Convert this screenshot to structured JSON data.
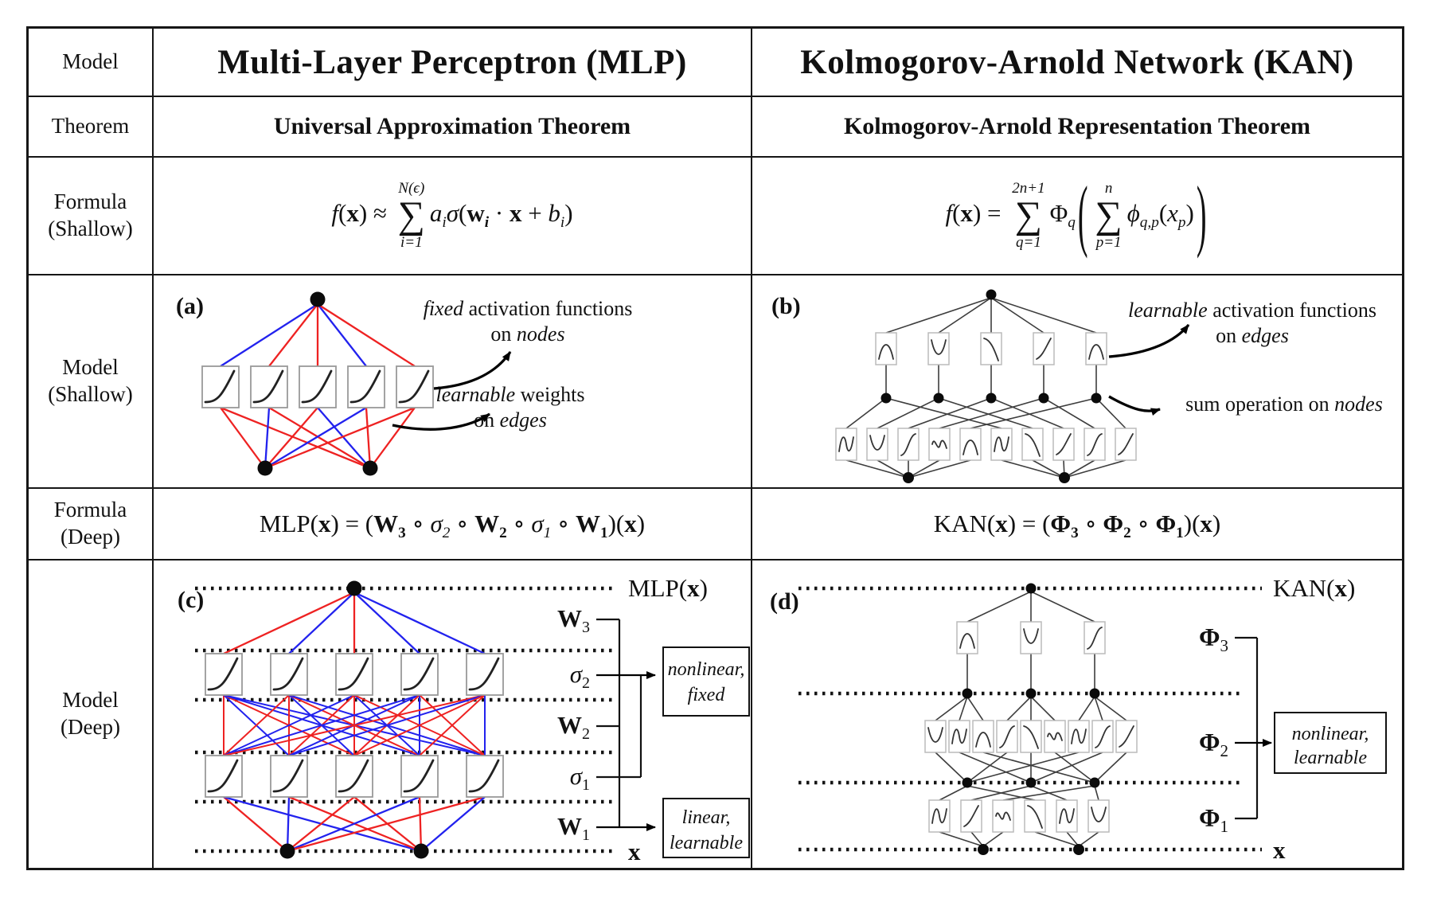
{
  "rows": [
    {
      "l1": "Model"
    },
    {
      "l1": "Theorem"
    },
    {
      "l1": "Formula",
      "l2": "(Shallow)"
    },
    {
      "l1": "Model",
      "l2": "(Shallow)"
    },
    {
      "l1": "Formula",
      "l2": "(Deep)"
    },
    {
      "l1": "Model",
      "l2": "(Deep)"
    }
  ],
  "colors": {
    "mlp_edge_red": "#ee2222",
    "mlp_edge_blue": "#2222ee",
    "kan_edge": "#3d3d3d",
    "node_fill": "#0b0b0b",
    "mlp_box_border": "#999999",
    "kan_box_border": "#bbbbbb",
    "mlp_curve": "#222222",
    "kan_curve": "#333333",
    "dotted_line": "#141414",
    "annotation_arrow": "#000000",
    "grid_line": "#161616"
  },
  "mlp": {
    "title": "Multi-Layer Perceptron (MLP)",
    "theorem": "Universal Approximation Theorem",
    "formula_shallow": [
      {
        "t": "f",
        "c": "it"
      },
      {
        "t": "("
      },
      {
        "t": "x",
        "c": "bf"
      },
      {
        "t": ") ≈ "
      },
      {
        "sum": {
          "op": "∑",
          "top": "N(ϵ)",
          "bot": "i=1"
        }
      },
      {
        "t": "a",
        "c": "it",
        "sub": "i",
        "subc": "it"
      },
      {
        "t": "σ",
        "c": "it"
      },
      {
        "t": "("
      },
      {
        "t": "w",
        "c": "bf",
        "sub": "i",
        "subc": "it"
      },
      {
        "t": " · "
      },
      {
        "t": "x",
        "c": "bf"
      },
      {
        "t": " + "
      },
      {
        "t": "b",
        "c": "it",
        "sub": "i",
        "subc": "it"
      },
      {
        "t": ")"
      }
    ],
    "formula_deep": [
      {
        "t": "MLP("
      },
      {
        "t": "x",
        "c": "bf"
      },
      {
        "t": ") = ("
      },
      {
        "t": "W",
        "c": "bf",
        "sub": "3"
      },
      {
        "t": " ∘ "
      },
      {
        "t": "σ",
        "c": "it",
        "sub": "2"
      },
      {
        "t": " ∘ "
      },
      {
        "t": "W",
        "c": "bf",
        "sub": "2"
      },
      {
        "t": " ∘ "
      },
      {
        "t": "σ",
        "c": "it",
        "sub": "1"
      },
      {
        "t": " ∘ "
      },
      {
        "t": "W",
        "c": "bf",
        "sub": "1"
      },
      {
        "t": ")("
      },
      {
        "t": "x",
        "c": "bf"
      },
      {
        "t": ")"
      }
    ],
    "panel_a": {
      "tag": "(a)",
      "ann_nodes": {
        "lines": [
          [
            {
              "t": "fixed",
              "it": true
            },
            {
              "t": " activation functions"
            }
          ],
          [
            {
              "t": "on "
            },
            {
              "t": "nodes",
              "it": true
            }
          ]
        ]
      },
      "ann_edges": {
        "lines": [
          [
            {
              "t": "learnable",
              "it": true
            },
            {
              "t": " weights"
            }
          ],
          [
            {
              "t": "on "
            },
            {
              "t": "edges",
              "it": true
            }
          ]
        ]
      }
    },
    "panel_c": {
      "tag": "(c)",
      "out_label": [
        {
          "t": "MLP("
        },
        {
          "t": "x",
          "bf": true
        },
        {
          "t": ")"
        }
      ],
      "input_label": [
        {
          "t": "x",
          "bf": true
        }
      ],
      "layers": [
        [
          {
            "t": "W",
            "bf": true
          },
          {
            "t": "3",
            "sub": true
          }
        ],
        [
          {
            "t": "σ",
            "it": true
          },
          {
            "t": "2",
            "sub": true
          }
        ],
        [
          {
            "t": "W",
            "bf": true
          },
          {
            "t": "2",
            "sub": true
          }
        ],
        [
          {
            "t": "σ",
            "it": true
          },
          {
            "t": "1",
            "sub": true
          }
        ],
        [
          {
            "t": "W",
            "bf": true
          },
          {
            "t": "1",
            "sub": true
          }
        ]
      ],
      "fixed_box": [
        "nonlinear,",
        "fixed"
      ],
      "learnable_box": [
        "linear,",
        "learnable"
      ]
    }
  },
  "kan": {
    "title": "Kolmogorov-Arnold Network (KAN)",
    "theorem": "Kolmogorov-Arnold Representation Theorem",
    "formula_shallow": [
      {
        "t": "f",
        "c": "it"
      },
      {
        "t": "("
      },
      {
        "t": "x",
        "c": "bf"
      },
      {
        "t": ") = "
      },
      {
        "sum": {
          "op": "∑",
          "top": "2n+1",
          "bot": "q=1"
        }
      },
      {
        "t": "Φ",
        "sub": "q",
        "subc": "it"
      },
      {
        "t": "(",
        "c": "bigp"
      },
      {
        "sum": {
          "op": "∑",
          "top": "n",
          "bot": "p=1"
        }
      },
      {
        "t": "ϕ",
        "c": "it",
        "sub": "q,p",
        "subc": "it"
      },
      {
        "t": "("
      },
      {
        "t": "x",
        "c": "it",
        "sub": "p",
        "subc": "it"
      },
      {
        "t": ")"
      },
      {
        "t": ")",
        "c": "bigp"
      }
    ],
    "formula_deep": [
      {
        "t": "KAN("
      },
      {
        "t": "x",
        "c": "bf"
      },
      {
        "t": ") = ("
      },
      {
        "t": "Φ",
        "c": "bf",
        "sub": "3"
      },
      {
        "t": " ∘ "
      },
      {
        "t": "Φ",
        "c": "bf",
        "sub": "2"
      },
      {
        "t": " ∘ "
      },
      {
        "t": "Φ",
        "c": "bf",
        "sub": "1"
      },
      {
        "t": ")("
      },
      {
        "t": "x",
        "c": "bf"
      },
      {
        "t": ")"
      }
    ],
    "panel_b": {
      "tag": "(b)",
      "ann_edges": {
        "lines": [
          [
            {
              "t": "learnable",
              "it": true
            },
            {
              "t": " activation functions"
            }
          ],
          [
            {
              "t": "on "
            },
            {
              "t": "edges",
              "it": true
            }
          ]
        ]
      },
      "ann_nodes": {
        "lines": [
          [
            {
              "t": "sum operation on "
            },
            {
              "t": "nodes",
              "it": true
            }
          ]
        ]
      }
    },
    "panel_d": {
      "tag": "(d)",
      "out_label": [
        {
          "t": "KAN("
        },
        {
          "t": "x",
          "bf": true
        },
        {
          "t": ")"
        }
      ],
      "input_label": [
        {
          "t": "x",
          "bf": true
        }
      ],
      "layers": [
        [
          {
            "t": "Φ",
            "bf": true
          },
          {
            "t": "3",
            "sub": true
          }
        ],
        [
          {
            "t": "Φ",
            "bf": true
          },
          {
            "t": "2",
            "sub": true
          }
        ],
        [
          {
            "t": "Φ",
            "bf": true
          },
          {
            "t": "1",
            "sub": true
          }
        ]
      ],
      "learnable_box": [
        "nonlinear,",
        "learnable"
      ]
    }
  }
}
